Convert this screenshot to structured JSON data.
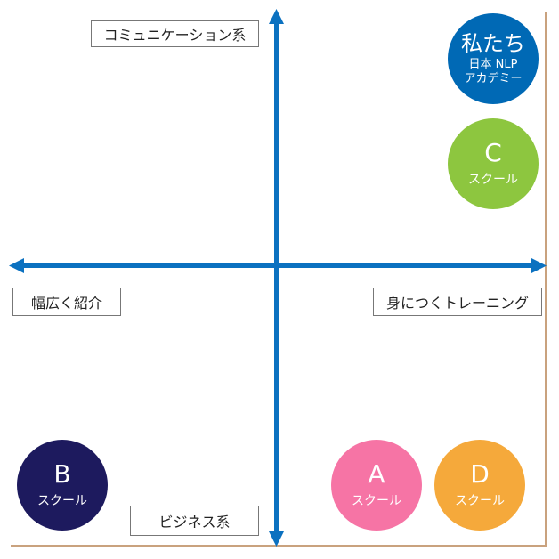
{
  "axes": {
    "top_label": "コミュニケーション系",
    "bottom_label": "ビジネス系",
    "left_label": "幅広く紹介",
    "right_label": "身につくトレーニング"
  },
  "schools": [
    {
      "id": "us",
      "name": "私たち",
      "line1": "日本 NLP",
      "line2": "アカデミー",
      "color": "#0069b5"
    },
    {
      "id": "c",
      "name": "C",
      "sub": "スクール",
      "color": "#8dc63f"
    },
    {
      "id": "b",
      "name": "B",
      "sub": "スクール",
      "color": "#1d1a5e"
    },
    {
      "id": "a",
      "name": "A",
      "sub": "スクール",
      "color": "#f674a5"
    },
    {
      "id": "d",
      "name": "D",
      "sub": "スクール",
      "color": "#f5a93b"
    }
  ],
  "colors": {
    "axis": "#0b71c0",
    "frame": "#c9a27e"
  }
}
